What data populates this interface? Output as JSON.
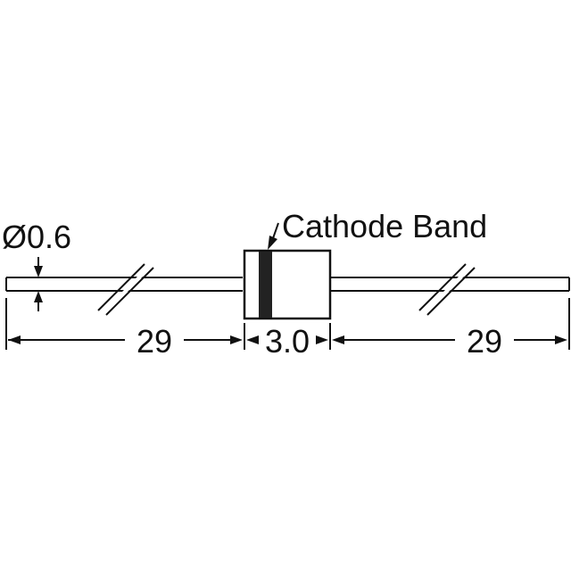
{
  "labels": {
    "lead_diameter": "Ø0.6",
    "cathode_band": "Cathode Band",
    "left_lead_length": "29",
    "body_length": "3.0",
    "right_lead_length": "29"
  },
  "colors": {
    "line": "#111111",
    "band": "#222222",
    "background": "#ffffff"
  }
}
